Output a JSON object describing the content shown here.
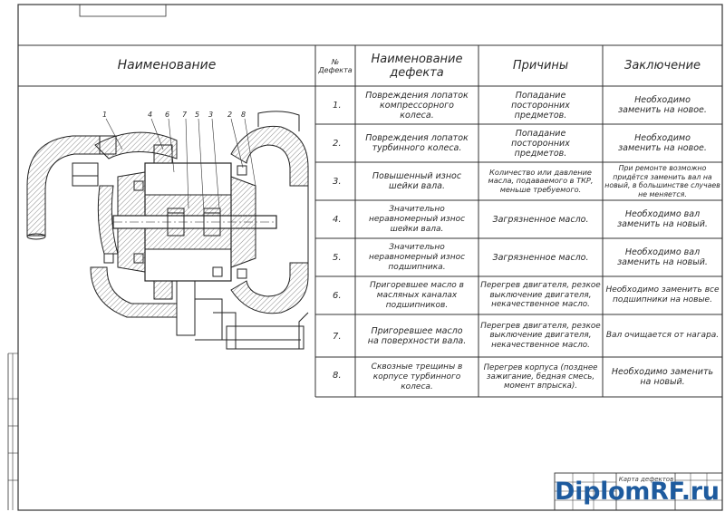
{
  "table": {
    "headers": {
      "name": "Наименование",
      "defect_no": "№ Дефекта",
      "defect_name": "Наименование дефекта",
      "causes": "Причины",
      "conclusion": "Заключение"
    },
    "rows": [
      {
        "no": "1.",
        "defect": "Повреждения лопаток компрессорного колеса.",
        "cause": "Попадание посторонних предметов.",
        "conclusion": "Необходимо заменить на новое."
      },
      {
        "no": "2.",
        "defect": "Повреждения лопаток турбинного колеса.",
        "cause": "Попадание посторонних предметов.",
        "conclusion": "Необходимо заменить на новое."
      },
      {
        "no": "3.",
        "defect": "Повышенный износ шейки вала.",
        "cause": "Количество или давление масла, подаваемого в ТКР, меньше требуемого.",
        "conclusion": "При ремонте возможно придётся заменить вал на новый, в большинстве случаев не меняется."
      },
      {
        "no": "4.",
        "defect": "Значительно неравномерный износ шейки вала.",
        "cause": "Загрязненное масло.",
        "conclusion": "Необходимо вал заменить на новый."
      },
      {
        "no": "5.",
        "defect": "Значительно неравномерный износ подшипника.",
        "cause": "Загрязненное масло.",
        "conclusion": "Необходимо вал заменить на новый."
      },
      {
        "no": "6.",
        "defect": "Пригоревшее масло в масляных каналах подшипников.",
        "cause": "Перегрев двигателя, резкое выключение двигателя, некачественное масло.",
        "conclusion": "Необходимо заменить все подшипники на новые."
      },
      {
        "no": "7.",
        "defect": "Пригоревшее масло на поверхности вала.",
        "cause": "Перегрев двигателя, резкое выключение двигателя, некачественное масло.",
        "conclusion": "Вал очищается от нагара."
      },
      {
        "no": "8.",
        "defect": "Сквозные трещины в корпусе турбинного колеса.",
        "cause": "Перегрев корпуса (позднее зажигание, бедная смесь, момент впрыска).",
        "conclusion": "Необходимо заменить на новый."
      }
    ]
  },
  "drawing": {
    "callouts": [
      "1",
      "4",
      "6",
      "7",
      "5",
      "3",
      "2",
      "8"
    ]
  },
  "title_block": {
    "title": "Карта дефектов"
  },
  "watermark": {
    "brand": "DiplomRF.ru"
  }
}
